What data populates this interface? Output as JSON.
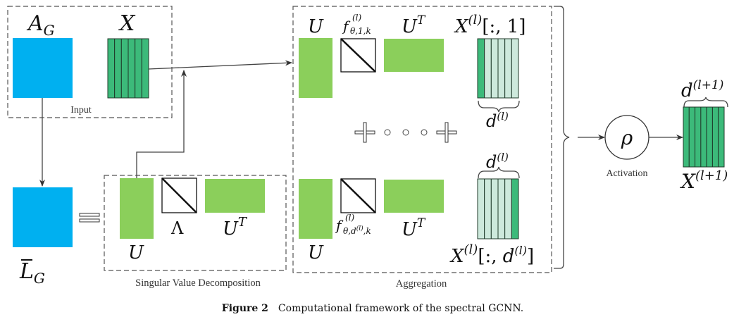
{
  "colors": {
    "adjacency_blue": "#00b0f0",
    "feature_green": "#3cba7a",
    "eigen_green": "#8bcf5b",
    "light_green": "#cde9dc",
    "stroke": "#222222",
    "dashed": "#555555"
  },
  "input_block": {
    "label": "Input",
    "adjacency_label": "A",
    "adjacency_sub": "G",
    "feature_label": "X",
    "feature_columns": 6
  },
  "laplacian": {
    "label": "L",
    "label_sub": "G",
    "equals": "="
  },
  "svd_block": {
    "label": "Singular Value Decomposition",
    "u_label": "U",
    "lambda_label": "Λ",
    "ut_label": "U",
    "ut_sup": "T"
  },
  "aggregation_block": {
    "label": "Aggregation",
    "top": {
      "u_label": "U",
      "filter_label": "f",
      "filter_sup": "(l)",
      "filter_sub": "θ,1,k",
      "ut_label": "U",
      "ut_sup": "T",
      "x_label": "X",
      "x_sup": "(l)",
      "x_index": "[:, 1]",
      "dim_label": "d",
      "dim_sup": "(l)",
      "highlight_column": 1
    },
    "ellipsis": "+ ∘ ∘ ∘ +",
    "bottom": {
      "u_label": "U",
      "filter_label": "f",
      "filter_sup": "(l)",
      "filter_sub": "θ,d",
      "filter_sub_sup": "(l)",
      "filter_sub_tail": ",k",
      "ut_label": "U",
      "ut_sup": "T",
      "x_label": "X",
      "x_sup": "(l)",
      "x_index_open": "[:, ",
      "x_index_d": "d",
      "x_index_dsup": "(l)",
      "x_index_close": "]",
      "dim_label": "d",
      "dim_sup": "(l)",
      "highlight_column": 6
    },
    "columns": 6
  },
  "activation": {
    "symbol": "ρ",
    "label": "Activation"
  },
  "output": {
    "label": "X",
    "label_sup": "(l+1)",
    "dim_label": "d",
    "dim_sup": "(l+1)",
    "columns": 7
  },
  "caption": {
    "prefix": "Figure 2",
    "text": "Computational framework of the spectral GCNN."
  }
}
